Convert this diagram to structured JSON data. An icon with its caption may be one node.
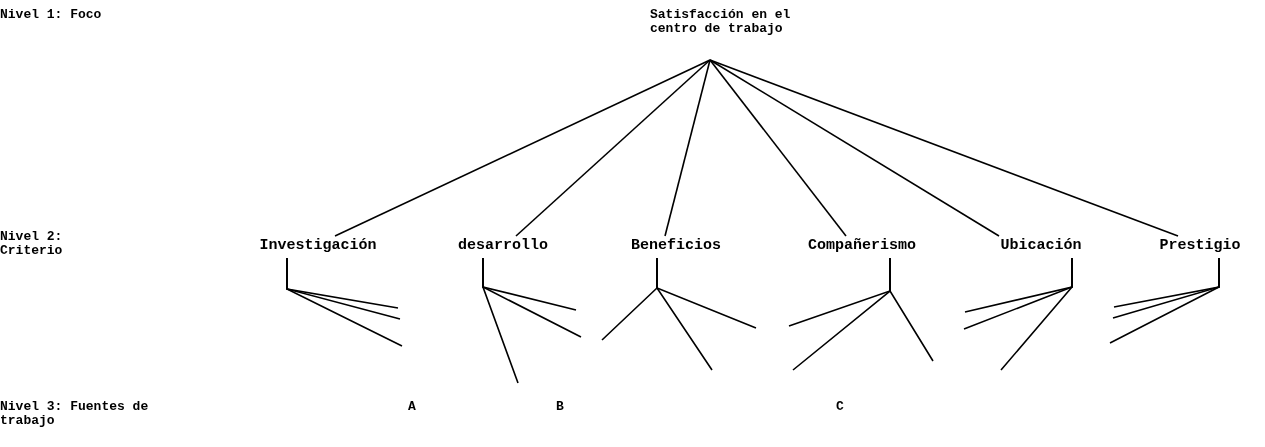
{
  "diagram": {
    "nodes": [
      {
        "text": [
          "Satisfacción en el centro de trabajo"
        ]
      },
      {
        "text": [
          "Investigación"
        ]
      },
      {
        "text": [
          "desarrollo"
        ]
      },
      {
        "text": [
          "Beneficios"
        ]
      },
      {
        "text": [
          "Compañerismo"
        ]
      },
      {
        "text": [
          "Ubicación"
        ]
      },
      {
        "text": [
          "Prestigio"
        ]
      }
    ],
    "edges": [
      {
        "from": 0,
        "to": 1,
        "arrow": "none"
      },
      {
        "from": 0,
        "to": 2,
        "arrow": "none"
      },
      {
        "from": 0,
        "to": 3,
        "arrow": "none"
      },
      {
        "from": 0,
        "to": 4,
        "arrow": "none"
      },
      {
        "from": 0,
        "to": 5,
        "arrow": "none"
      },
      {
        "from": 0,
        "to": 6,
        "arrow": "none"
      },
      {
        "from": 1,
        "to": null,
        "arrow": "none"
      },
      {
        "from": 1,
        "to": null,
        "arrow": "none"
      },
      {
        "from": 1,
        "to": null,
        "arrow": "none"
      },
      {
        "from": 2,
        "to": null,
        "arrow": "none"
      },
      {
        "from": 2,
        "to": null,
        "arrow": "none"
      },
      {
        "from": 2,
        "to": null,
        "arrow": "none"
      },
      {
        "from": 3,
        "to": null,
        "arrow": "none"
      },
      {
        "from": 3,
        "to": null,
        "arrow": "none"
      },
      {
        "from": 3,
        "to": null,
        "arrow": "none"
      },
      {
        "from": 4,
        "to": null,
        "arrow": "none"
      },
      {
        "from": 4,
        "to": null,
        "arrow": "none"
      },
      {
        "from": 4,
        "to": null,
        "arrow": "none"
      },
      {
        "from": 5,
        "to": null,
        "arrow": "none"
      },
      {
        "from": 5,
        "to": null,
        "arrow": "none"
      },
      {
        "from": 5,
        "to": null,
        "arrow": "none"
      },
      {
        "from": 6,
        "to": null,
        "arrow": "none"
      },
      {
        "from": 6,
        "to": null,
        "arrow": "none"
      },
      {
        "from": 6,
        "to": null,
        "arrow": "none"
      }
    ],
    "labels": [
      "Nivel 1: Foco",
      "Nivel 2: Criterio",
      "Nivel 3: Fuentes de trabajo",
      "A",
      "B",
      "C"
    ]
  }
}
